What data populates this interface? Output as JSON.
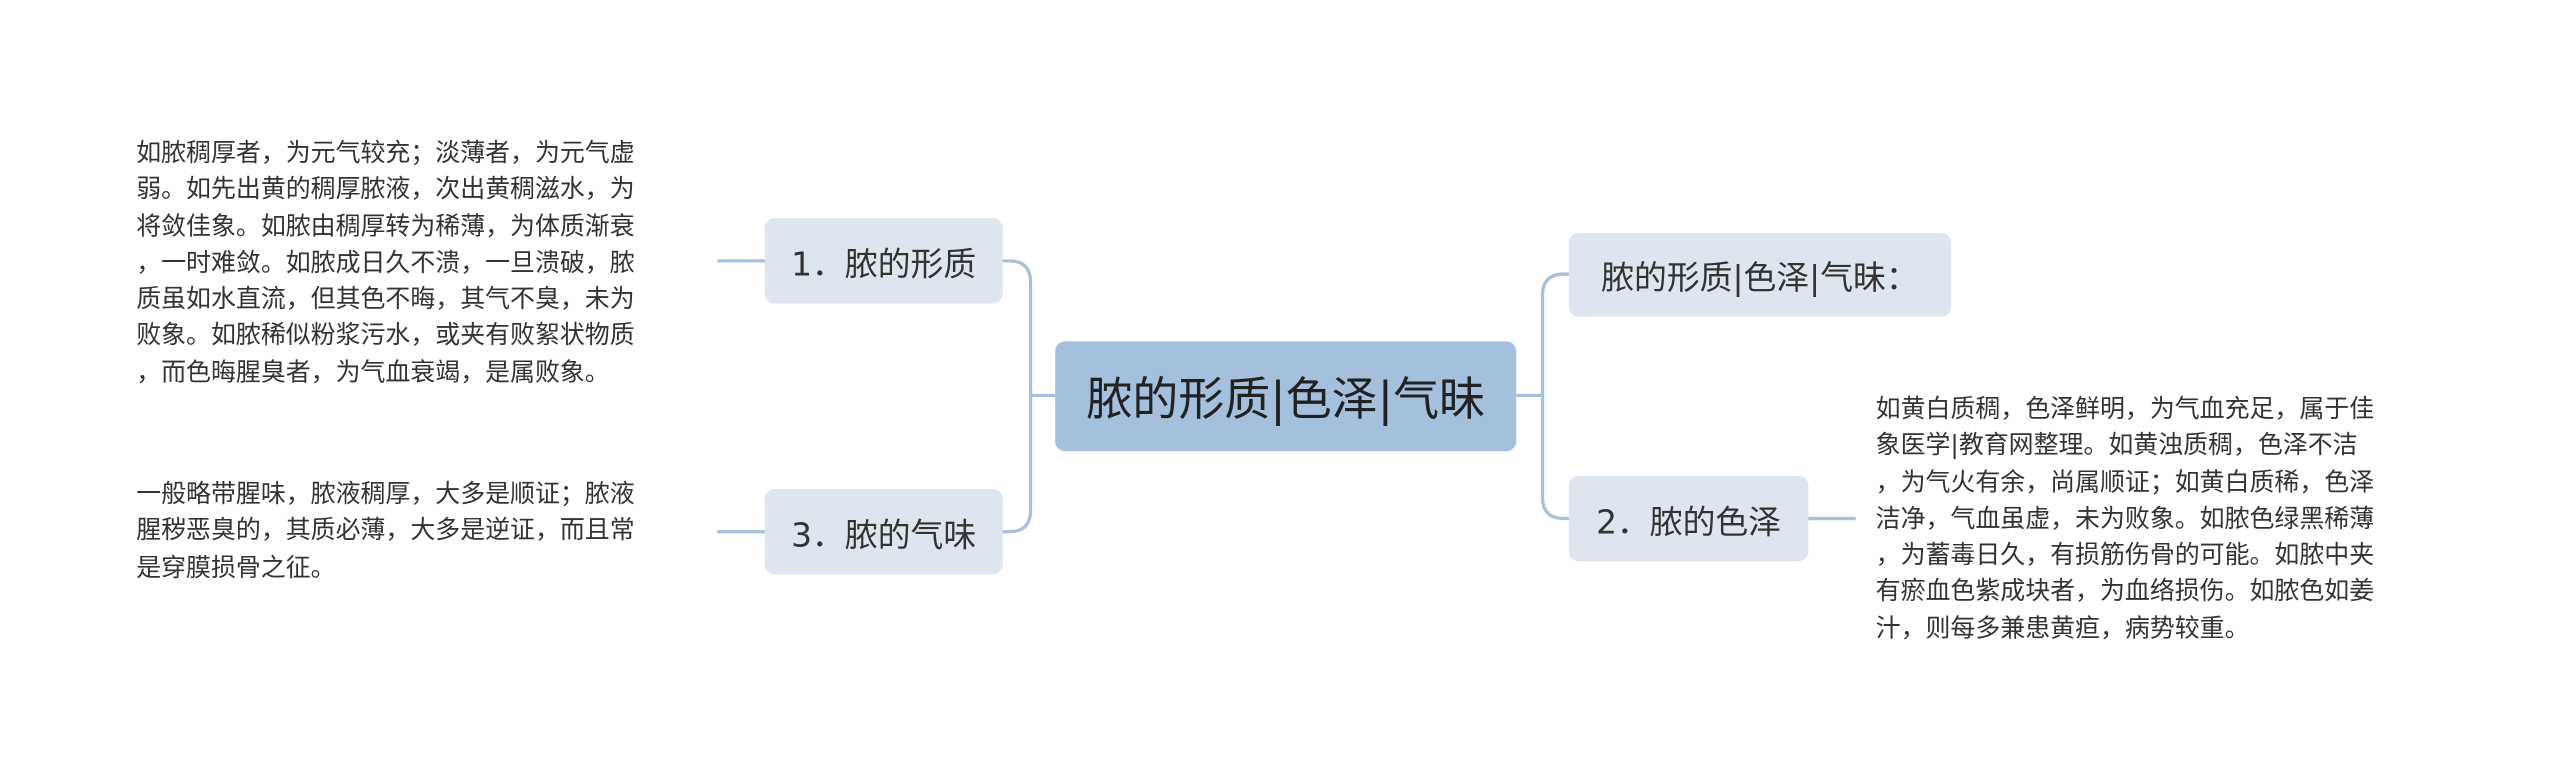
{
  "colors": {
    "root_fill": "#a5c0dc",
    "branch_fill": "#dde6ee",
    "connector": "#a9c1d8",
    "text": "#333333"
  },
  "root": {
    "label": "脓的形质|色泽|气昧"
  },
  "branches": {
    "form": {
      "label": "1．脓的形质",
      "leaf": "如脓稠厚者，为元气较充；淡薄者，为元气虚\n弱。如先出黄的稠厚脓液，次出黄稠滋水，为\n将敛佳象。如脓由稠厚转为稀薄，为体质渐衰\n，一时难敛。如脓成日久不溃，一旦溃破，脓\n质虽如水直流，但其色不晦，其气不臭，未为\n败象。如脓稀似粉浆污水，或夹有败絮状物质\n，而色晦腥臭者，为气血衰竭，是属败象。"
    },
    "smell": {
      "label": "3．脓的气味",
      "leaf": "一般略带腥味，脓液稠厚，大多是顺证；脓液\n腥秽恶臭的，其质必薄，大多是逆证，而且常\n是穿膜损骨之征。"
    },
    "summary": {
      "label": "脓的形质|色泽|气昧："
    },
    "color": {
      "label": "2．脓的色泽",
      "leaf": "如黄白质稠，色泽鲜明，为气血充足，属于佳\n象医学|教育网整理。如黄浊质稠，色泽不洁\n，为气火有余，尚属顺证；如黄白质稀，色泽\n洁净，气血虽虚，未为败象。如脓色绿黑稀薄\n，为蓄毒日久，有损筋伤骨的可能。如脓中夹\n有瘀血色紫成块者，为血络损伤。如脓色如姜\n汁，则每多兼患黄疸，病势较重。"
    }
  }
}
